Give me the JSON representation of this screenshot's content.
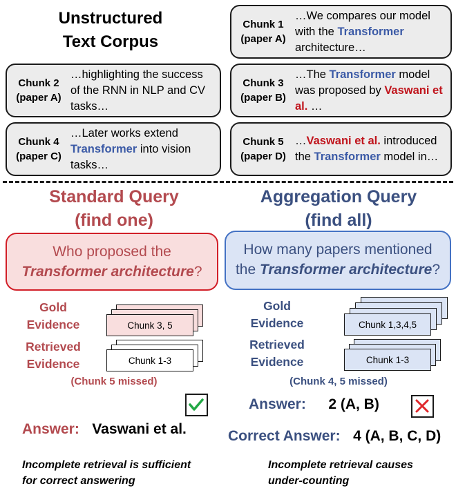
{
  "corpus": {
    "title_line1": "Unstructured",
    "title_line2": "Text Corpus"
  },
  "chunks": [
    {
      "label_line1": "Chunk 1",
      "label_line2": "(paper A)",
      "segments": [
        {
          "text": "…We compares our model with the ",
          "style": "plain"
        },
        {
          "text": "Transformer",
          "style": "blue"
        },
        {
          "text": " architecture…",
          "style": "plain"
        }
      ]
    },
    {
      "label_line1": "Chunk 2",
      "label_line2": "(paper A)",
      "segments": [
        {
          "text": "…highlighting the success of the RNN in NLP and CV tasks…",
          "style": "plain"
        }
      ]
    },
    {
      "label_line1": "Chunk 3",
      "label_line2": "(paper B)",
      "segments": [
        {
          "text": "…The ",
          "style": "plain"
        },
        {
          "text": "Transformer",
          "style": "blue"
        },
        {
          "text": " model was proposed by ",
          "style": "plain"
        },
        {
          "text": "Vaswani et al.",
          "style": "red"
        },
        {
          "text": " …",
          "style": "plain"
        }
      ]
    },
    {
      "label_line1": "Chunk 4",
      "label_line2": "(paper C)",
      "segments": [
        {
          "text": "…Later works extend ",
          "style": "plain"
        },
        {
          "text": "Transformer",
          "style": "blue"
        },
        {
          "text": " into vision tasks…",
          "style": "plain"
        }
      ]
    },
    {
      "label_line1": "Chunk 5",
      "label_line2": "(paper D)",
      "segments": [
        {
          "text": "…",
          "style": "plain"
        },
        {
          "text": "Vaswani et al.",
          "style": "red"
        },
        {
          "text": " introduced the ",
          "style": "plain"
        },
        {
          "text": "Transformer",
          "style": "blue"
        },
        {
          "text": " model in…",
          "style": "plain"
        }
      ]
    }
  ],
  "standard": {
    "title_line1": "Standard Query",
    "title_line2": "(find one)",
    "question_line1": "Who proposed the",
    "question_emph": "Transformer architecture",
    "question_end": "?",
    "gold_label_line1": "Gold",
    "gold_label_line2": "Evidence",
    "gold_card": "Chunk 3, 5",
    "retrieved_label_line1": "Retrieved",
    "retrieved_label_line2": "Evidence",
    "retrieved_card": "Chunk 1-3",
    "missed": "(Chunk 5 missed)",
    "answer_label": "Answer:",
    "answer_value": "Vaswani et al.",
    "note_line1": "Incomplete retrieval is sufficient",
    "note_line2": "for correct answering"
  },
  "aggregation": {
    "title_line1": "Aggregation Query",
    "title_line2": "(find all)",
    "question_line1": "How many papers mentioned",
    "question_pre": "the ",
    "question_emph": "Transformer architecture",
    "question_end": "?",
    "gold_label_line1": "Gold",
    "gold_label_line2": "Evidence",
    "gold_card": "Chunk 1,3,4,5",
    "retrieved_label_line1": "Retrieved",
    "retrieved_label_line2": "Evidence",
    "retrieved_card": "Chunk 1-3",
    "missed": "(Chunk 4, 5 missed)",
    "answer_label": "Answer:",
    "answer_value": "2 (A, B)",
    "correct_label": "Correct Answer:",
    "correct_value": "4 (A, B, C, D)",
    "note_line1": "Incomplete retrieval causes",
    "note_line2": "under-counting"
  },
  "colors": {
    "standard_text": "#b34a4f",
    "standard_border": "#d21f28",
    "standard_fill": "#f9dede",
    "aggregation_text": "#3b5080",
    "aggregation_border": "#4472c4",
    "aggregation_fill": "#dbe4f5",
    "check_mark": "#22a845",
    "cross_mark": "#e0262a"
  },
  "icons": {
    "check": "check-icon",
    "cross": "cross-icon"
  }
}
